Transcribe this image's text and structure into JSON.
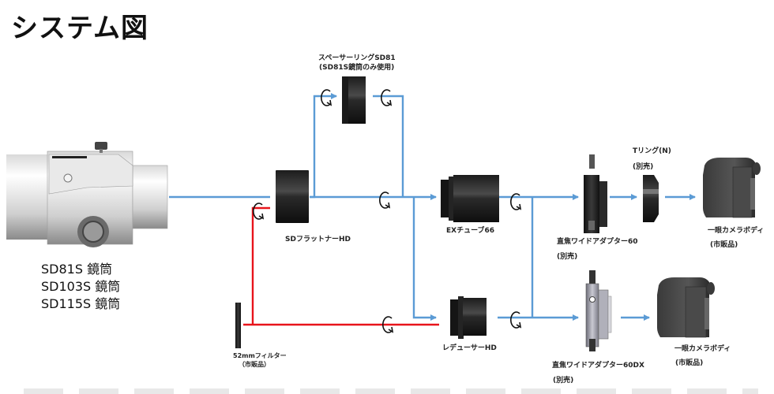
{
  "title": "システム図",
  "colors": {
    "blue_path": "#5b9bd5",
    "red_path": "#e8141b",
    "component_dark": "#1a1a1a",
    "text": "#222222"
  },
  "scope": {
    "lines": [
      "SD81S 鏡筒",
      "SD103S 鏡筒",
      "SD115S 鏡筒"
    ]
  },
  "components": {
    "spacer_ring": {
      "name": "スペーサーリングSD81",
      "note": "(SD81S鏡筒のみ使用)"
    },
    "flattener": {
      "name": "SDフラットナーHD"
    },
    "ex_tube": {
      "name": "EXチューブ66"
    },
    "reducer": {
      "name": "レデューサーHD"
    },
    "filter": {
      "name": "52mmフィルター",
      "note": "（市販品）"
    },
    "wide_adapter_60": {
      "name": "直焦ワイドアダプター60",
      "note": "(別売)"
    },
    "wide_adapter_60dx": {
      "name": "直焦ワイドアダプター60DX",
      "note": "(別売)"
    },
    "t_ring": {
      "name": "Tリング(N)",
      "note": "(別売)"
    },
    "camera_upper": {
      "name": "一眼カメラボディ",
      "note": "(市販品)"
    },
    "camera_lower": {
      "name": "一眼カメラボディ",
      "note": "(市販品)"
    }
  },
  "icons": {
    "rotation": "rotate-cw-icon",
    "arrow": "arrow-right-icon"
  }
}
